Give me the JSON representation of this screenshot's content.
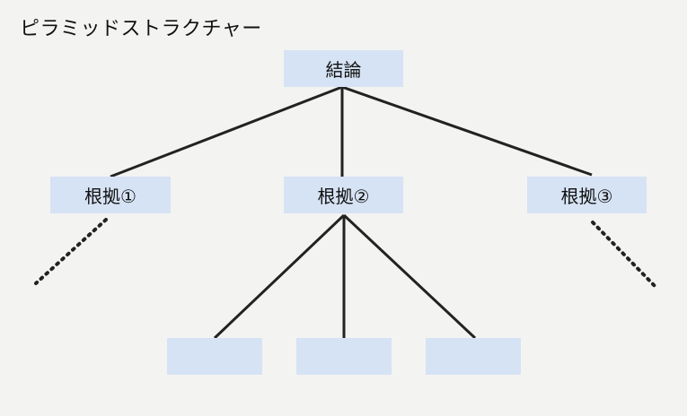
{
  "diagram": {
    "title": "ピラミッドストラクチャー",
    "nodes": [
      {
        "id": "conclusion",
        "label": "結論"
      },
      {
        "id": "reason1",
        "label": "根拠①"
      },
      {
        "id": "reason2",
        "label": "根拠②"
      },
      {
        "id": "reason3",
        "label": "根拠③"
      },
      {
        "id": "sub1",
        "label": ""
      },
      {
        "id": "sub2",
        "label": ""
      },
      {
        "id": "sub3",
        "label": ""
      }
    ],
    "edges": [
      {
        "from": "conclusion",
        "to": "reason1",
        "style": "solid"
      },
      {
        "from": "conclusion",
        "to": "reason2",
        "style": "solid"
      },
      {
        "from": "conclusion",
        "to": "reason3",
        "style": "solid"
      },
      {
        "from": "reason2",
        "to": "sub1",
        "style": "solid"
      },
      {
        "from": "reason2",
        "to": "sub2",
        "style": "solid"
      },
      {
        "from": "reason2",
        "to": "sub3",
        "style": "solid"
      },
      {
        "from": "reason1",
        "to": "more",
        "style": "dotted"
      },
      {
        "from": "reason3",
        "to": "more",
        "style": "dotted"
      }
    ],
    "colors": {
      "box_fill": "#d6e3f4",
      "line": "#222222",
      "background": "#f3f3f2"
    }
  }
}
